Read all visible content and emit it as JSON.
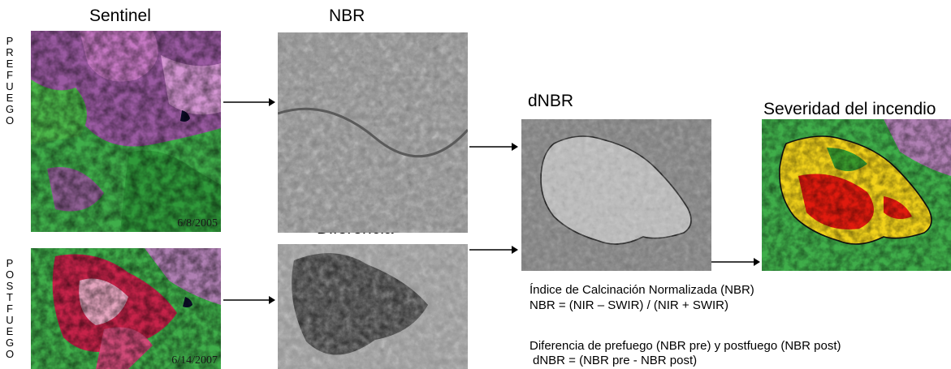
{
  "titles": {
    "sentinel": "Sentinel",
    "nbr": "NBR",
    "diferencia": "Diferencia",
    "dnbr": "dNBR",
    "severidad": "Severidad del incendio"
  },
  "row_labels": {
    "prefuego": [
      "P",
      "R",
      "E",
      "F",
      "U",
      "E",
      "G",
      "O"
    ],
    "postfuego": [
      "P",
      "O",
      "S",
      "T",
      "F",
      "U",
      "E",
      "G",
      "O"
    ]
  },
  "dates": {
    "pre": "6/8/2005",
    "post": "6/14/2007"
  },
  "formulas": {
    "line1": "Índice de Calcinación Normalizada (NBR)",
    "line2": "NBR = (NIR – SWIR) / (NIR + SWIR)",
    "line3": "Diferencia de prefuego (NBR pre) y postfuego (NBR post)",
    "line4": "dNBR = (NBR pre - NBR post)"
  },
  "colors": {
    "vegetation_green": "#3fae4a",
    "terrain_magenta": "#b256b0",
    "burn_red": "#c8234a",
    "severity_high": "#e01a0e",
    "severity_mid": "#f2d21a",
    "severity_low": "#3a9c2e"
  }
}
